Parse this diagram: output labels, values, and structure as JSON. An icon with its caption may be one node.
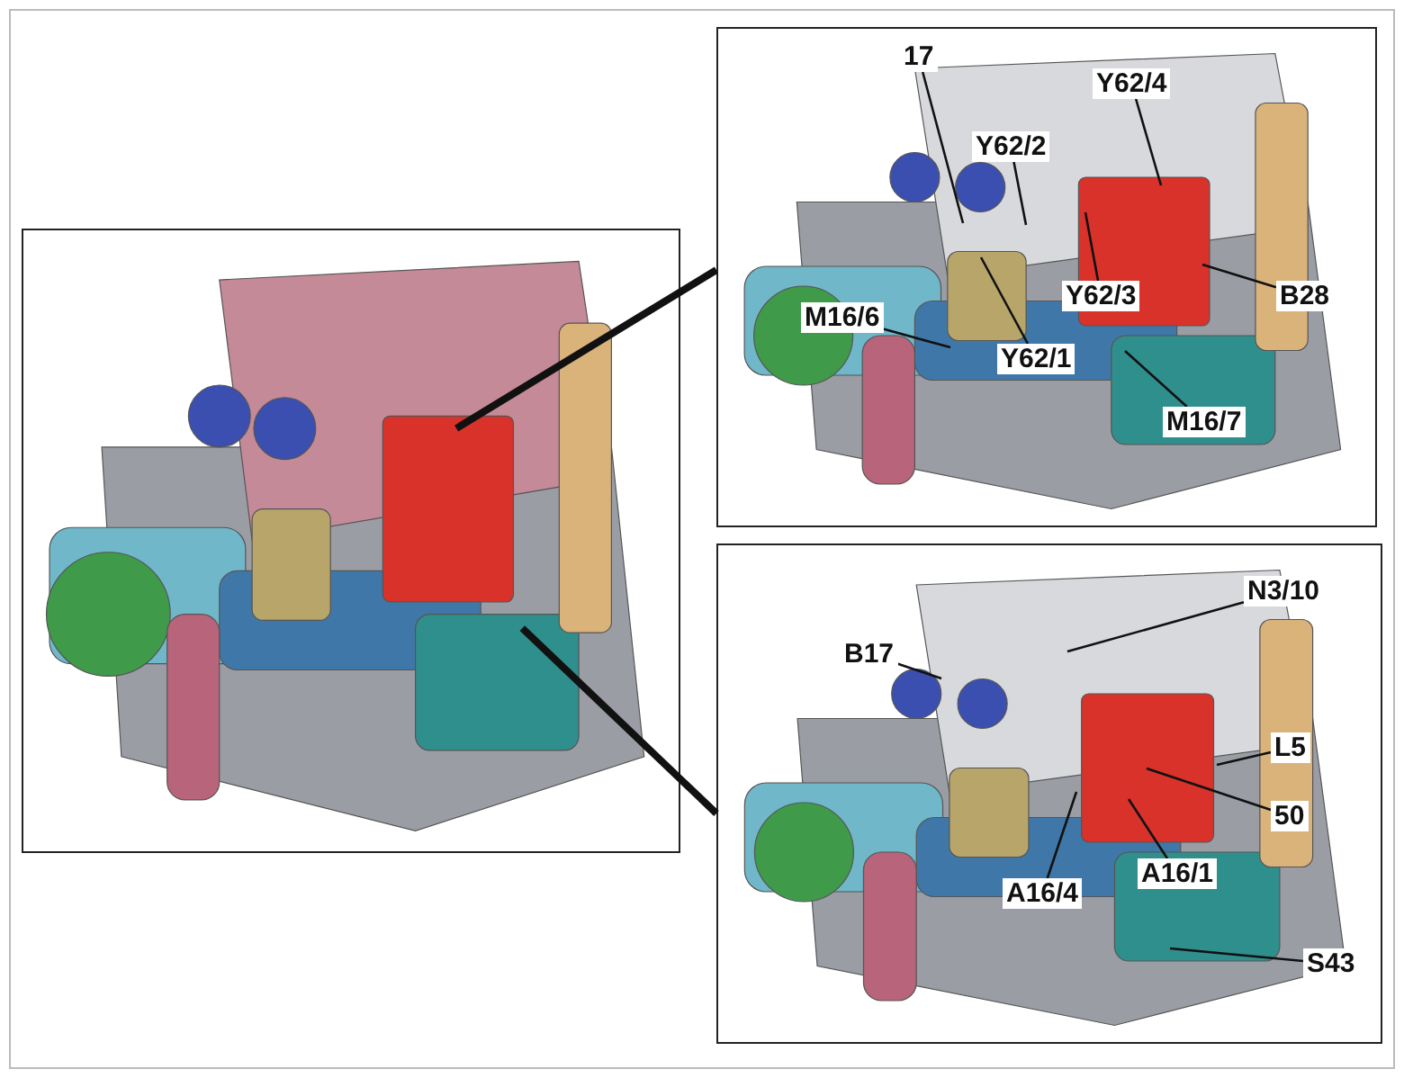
{
  "diagram": {
    "nodes": [
      {
        "text": [],
        "shape": "picture"
      },
      {
        "text": [],
        "shape": "picture"
      },
      {
        "text": [
          "17"
        ],
        "in": 1
      },
      {
        "text": [
          "Y62/4"
        ],
        "in": 1
      },
      {
        "text": [
          "Y62/2"
        ],
        "in": 1
      },
      {
        "text": [
          "Y62/3"
        ],
        "in": 1
      },
      {
        "text": [
          "B28"
        ],
        "in": 1
      },
      {
        "text": [
          "M16/6"
        ],
        "in": 1
      },
      {
        "text": [
          "Y62/1"
        ],
        "in": 1
      },
      {
        "text": [
          "M16/7"
        ],
        "in": 1
      },
      {
        "text": [],
        "shape": "picture"
      },
      {
        "text": [
          "N3/10"
        ],
        "in": 10
      },
      {
        "text": [
          "B17"
        ],
        "in": 10
      },
      {
        "text": [
          "L5"
        ],
        "in": 10
      },
      {
        "text": [
          "50"
        ],
        "in": 10
      },
      {
        "text": [
          "A16/1"
        ],
        "in": 10
      },
      {
        "text": [
          "A16/4"
        ],
        "in": 10
      },
      {
        "text": [
          "S43"
        ],
        "in": 10
      }
    ],
    "edges": [
      {
        "from": 0,
        "to": 1,
        "arrow": "none",
        "style": "thick"
      },
      {
        "from": 0,
        "to": 10,
        "arrow": "none",
        "style": "thick"
      },
      {
        "from": 2,
        "to": null,
        "arrow": "none"
      },
      {
        "from": 3,
        "to": null,
        "arrow": "none"
      },
      {
        "from": 4,
        "to": null,
        "arrow": "none"
      },
      {
        "from": 5,
        "to": null,
        "arrow": "none"
      },
      {
        "from": 6,
        "to": null,
        "arrow": "none"
      },
      {
        "from": 7,
        "to": null,
        "arrow": "none"
      },
      {
        "from": 8,
        "to": null,
        "arrow": "none"
      },
      {
        "from": 9,
        "to": null,
        "arrow": "none"
      },
      {
        "from": 11,
        "to": null,
        "arrow": "none"
      },
      {
        "from": 12,
        "to": null,
        "arrow": "none"
      },
      {
        "from": 13,
        "to": null,
        "arrow": "none"
      },
      {
        "from": 14,
        "to": null,
        "arrow": "none"
      },
      {
        "from": 15,
        "to": null,
        "arrow": "none"
      },
      {
        "from": 16,
        "to": null,
        "arrow": "none"
      },
      {
        "from": 17,
        "to": null,
        "arrow": "none"
      }
    ]
  }
}
